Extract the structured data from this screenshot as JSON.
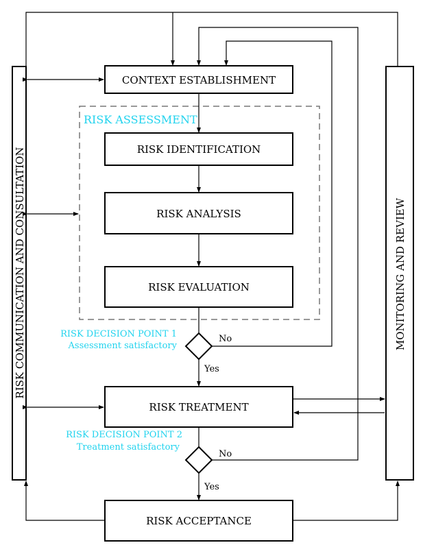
{
  "boxes": {
    "context": "CONTEXT ESTABLISHMENT",
    "identification": "RISK IDENTIFICATION",
    "analysis": "RISK ANALYSIS",
    "evaluation": "RISK EVALUATION",
    "treatment": "RISK TREATMENT",
    "acceptance": "RISK ACCEPTANCE"
  },
  "assessment_group": "RISK ASSESSMENT",
  "side_bars": {
    "communication": "RISK COMMUNICATION AND CONSULTATION",
    "monitoring": "MONITORING AND REVIEW"
  },
  "decision_points": {
    "dp1": {
      "title": "RISK DECISION POINT 1",
      "subtitle": "Assessment satisfactory",
      "no": "No",
      "yes": "Yes"
    },
    "dp2": {
      "title": "RISK DECISION POINT 2",
      "subtitle": "Treatment satisfactory",
      "no": "No",
      "yes": "Yes"
    }
  },
  "colors": {
    "annotation": "#22d3ee",
    "line": "#000000",
    "dashed_border": "#777777"
  }
}
